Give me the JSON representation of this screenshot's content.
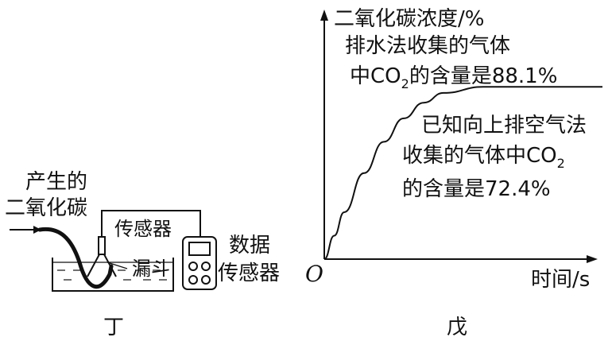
{
  "left_figure": {
    "source_line1": "产生的",
    "source_line2": "二氧化碳",
    "sensor_label": "传感器",
    "funnel_label": "漏斗",
    "data_sensor_line1": "数据",
    "data_sensor_line2": "传感器",
    "caption": "丁"
  },
  "chart_data": {
    "type": "line",
    "ylabel": "二氧化碳浓度/%",
    "xlabel": "时间/s",
    "origin_label": "O",
    "caption": "戊",
    "ylim": [
      0,
      100
    ],
    "series": [
      {
        "x": [
          0,
          0.5,
          1,
          2,
          3,
          4,
          5,
          6,
          8,
          10,
          12,
          14
        ],
        "y": [
          0,
          12,
          24,
          44,
          60,
          72,
          80,
          85,
          88.1,
          88.1,
          88.1,
          88.1
        ]
      }
    ],
    "xlim": [
      0,
      14
    ],
    "annotations": {
      "top_line1": "排水法收集的气体",
      "top_line2_a": "中CO",
      "top_line2_sub": "2",
      "top_line2_b": "的含量是88.1%",
      "mid_line1": "已知向上排空气法",
      "mid_line2_a": "收集的气体中CO",
      "mid_line2_sub": "2",
      "mid_line3": "的含量是72.4%"
    }
  }
}
